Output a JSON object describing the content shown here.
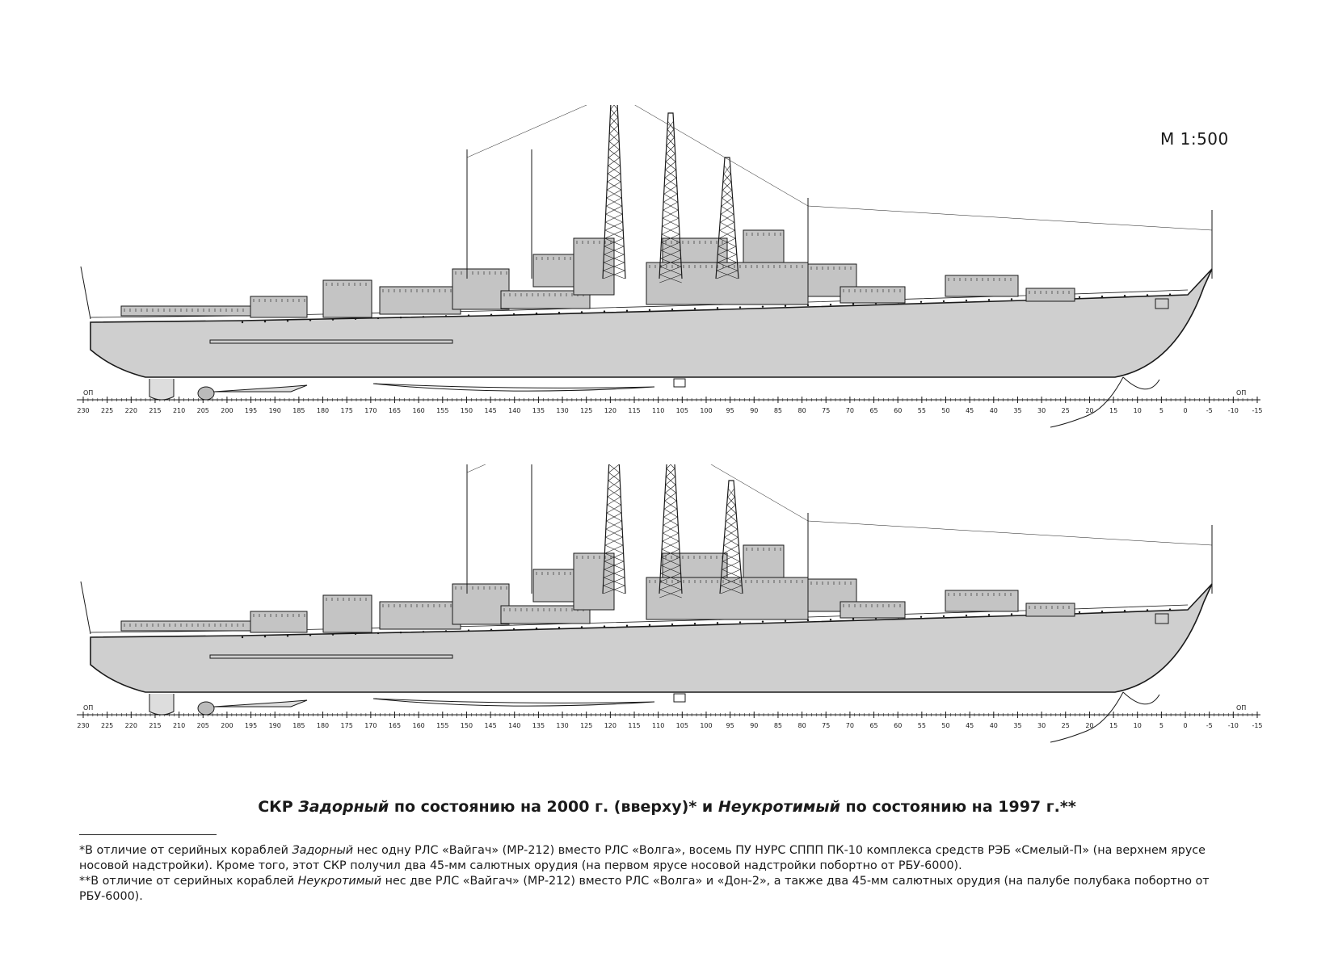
{
  "scale_label": "М 1:500",
  "station_ticks": [
    "230",
    "225",
    "220",
    "215",
    "210",
    "205",
    "200",
    "195",
    "190",
    "185",
    "180",
    "175",
    "170",
    "165",
    "160",
    "155",
    "150",
    "145",
    "140",
    "135",
    "130",
    "125",
    "120",
    "115",
    "110",
    "105",
    "100",
    "95",
    "90",
    "85",
    "80",
    "75",
    "70",
    "65",
    "60",
    "55",
    "50",
    "45",
    "40",
    "35",
    "30",
    "25",
    "20",
    "15",
    "10",
    "5",
    "0",
    "-5",
    "-10",
    "-15"
  ],
  "baseline_label": "ОП",
  "ships": [
    {
      "id": "zadorny"
    },
    {
      "id": "neukrotimy"
    }
  ],
  "caption": {
    "prefix": "СКР ",
    "ship1": "Задорный",
    "middle": " по состоянию на 2000 г. (вверху)* и ",
    "ship2": "Неукротимый",
    "suffix": " по состоянию на 1997 г.**"
  },
  "footnotes": [
    {
      "mark": "*",
      "lead": "В отличие от серийных кораблей ",
      "ship": "Задорный",
      "text": " нес одну РЛС «Вайгач» (МР-212) вместо РЛС «Волга», восемь ПУ НУРС СППП ПК-10 комплекса средств РЭБ «Смелый-П» (на верхнем ярусе носовой надстройки). Кроме того, этот СКР получил два 45-мм салютных орудия (на первом ярусе носовой надстройки побортно от РБУ-6000)."
    },
    {
      "mark": "**",
      "lead": "В отличие от серийных кораблей ",
      "ship": "Неукротимый",
      "text": " нес две РЛС «Вайгач» (МР-212) вместо РЛС «Волга» и «Дон-2», а также два 45-мм салютных орудия (на палубе полубака побортно от РБУ-6000)."
    }
  ],
  "colors": {
    "hull_fill": "#cfcfcf",
    "superstructure_fill": "#c4c4c4",
    "line": "#1a1a1a"
  }
}
